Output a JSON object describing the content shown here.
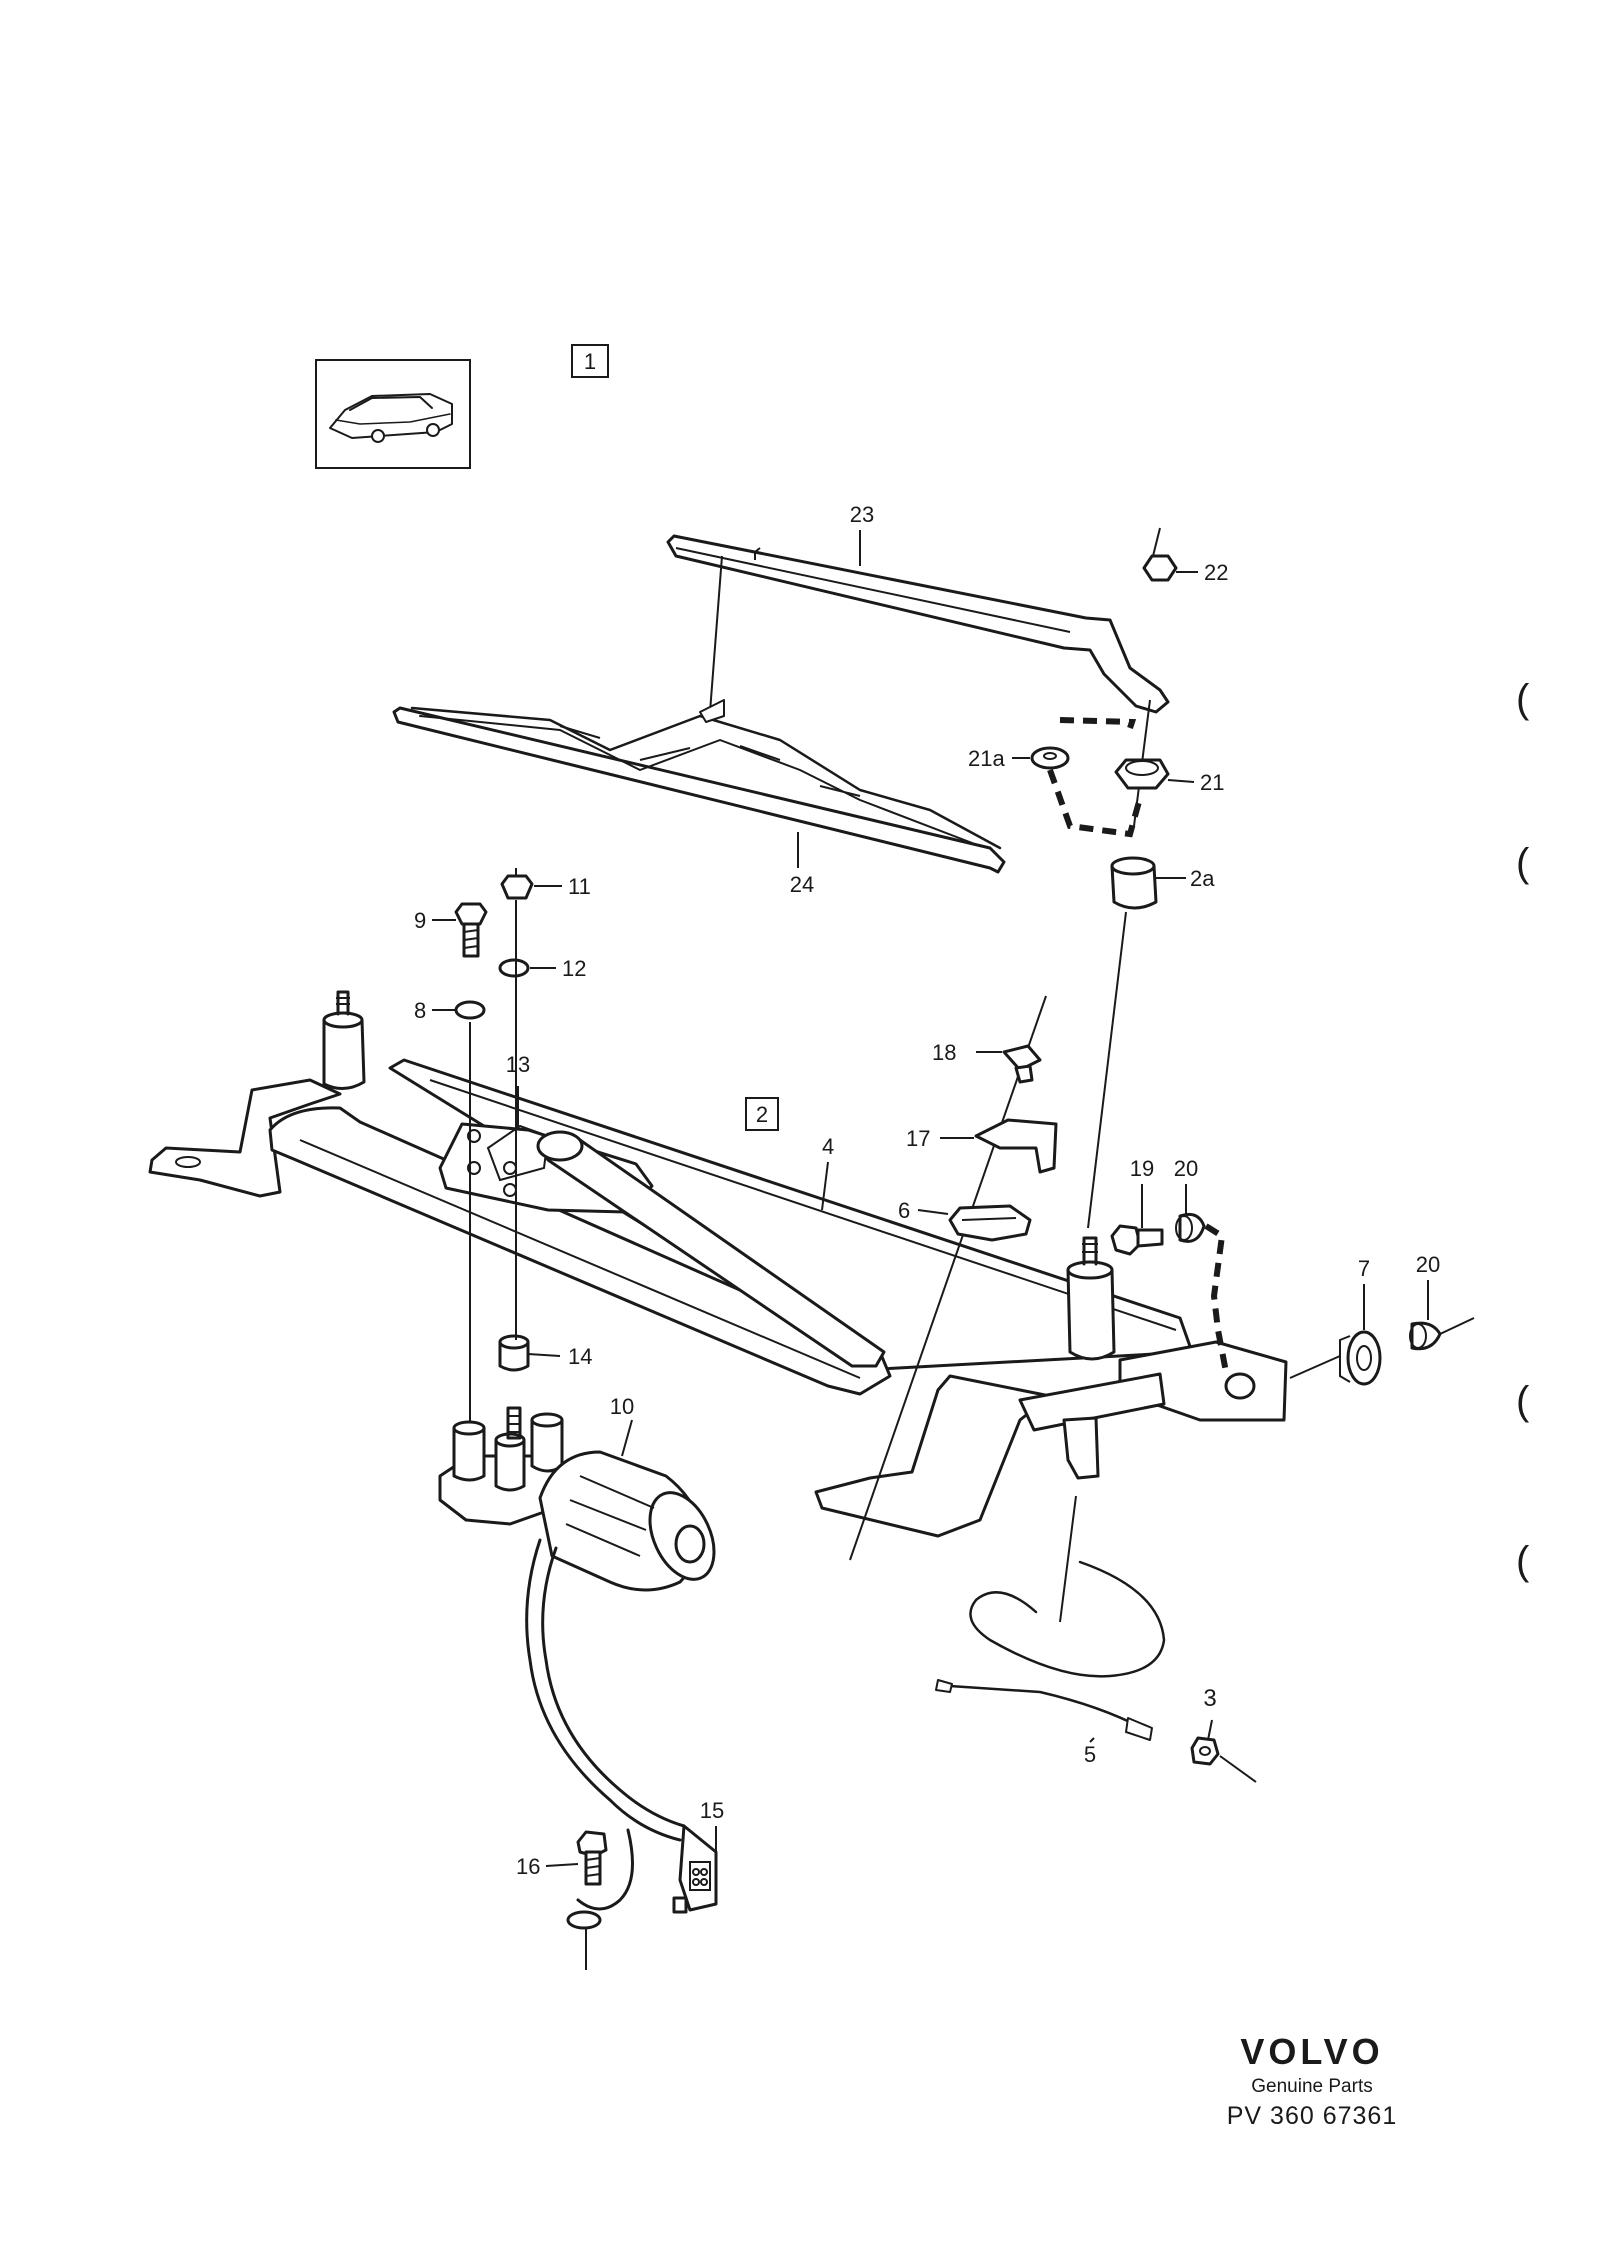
{
  "callouts": [
    {
      "id": "c1",
      "text": "23"
    },
    {
      "id": "c2",
      "text": "22"
    },
    {
      "id": "c3",
      "text": "21a"
    },
    {
      "id": "c4",
      "text": "21"
    },
    {
      "id": "c5",
      "text": "2a"
    },
    {
      "id": "c6",
      "text": "24"
    },
    {
      "id": "c7",
      "text": "11"
    },
    {
      "id": "c8",
      "text": "9"
    },
    {
      "id": "c9",
      "text": "12"
    },
    {
      "id": "c10",
      "text": "8"
    },
    {
      "id": "c11",
      "text": "13"
    },
    {
      "id": "c12",
      "text": "18"
    },
    {
      "id": "c13",
      "text": "17"
    },
    {
      "id": "c14",
      "text": "4"
    },
    {
      "id": "c15",
      "text": "6"
    },
    {
      "id": "c16",
      "text": "19"
    },
    {
      "id": "c17",
      "text": "20"
    },
    {
      "id": "c18",
      "text": "7"
    },
    {
      "id": "c19",
      "text": "20"
    },
    {
      "id": "c20",
      "text": "14"
    },
    {
      "id": "c21",
      "text": "10"
    },
    {
      "id": "c22",
      "text": "3"
    },
    {
      "id": "c23",
      "text": "5"
    },
    {
      "id": "c24",
      "text": "15"
    },
    {
      "id": "c25",
      "text": "16"
    }
  ],
  "boxes": {
    "box1": "1",
    "box2": "2"
  },
  "margin_marks": [
    "(",
    "(",
    "(",
    "("
  ],
  "brand": {
    "logo": "VOLVO",
    "subtitle": "Genuine Parts",
    "reference": "PV 360 67361"
  },
  "colors": {
    "ink": "#1a1a1a",
    "paper": "#ffffff"
  }
}
